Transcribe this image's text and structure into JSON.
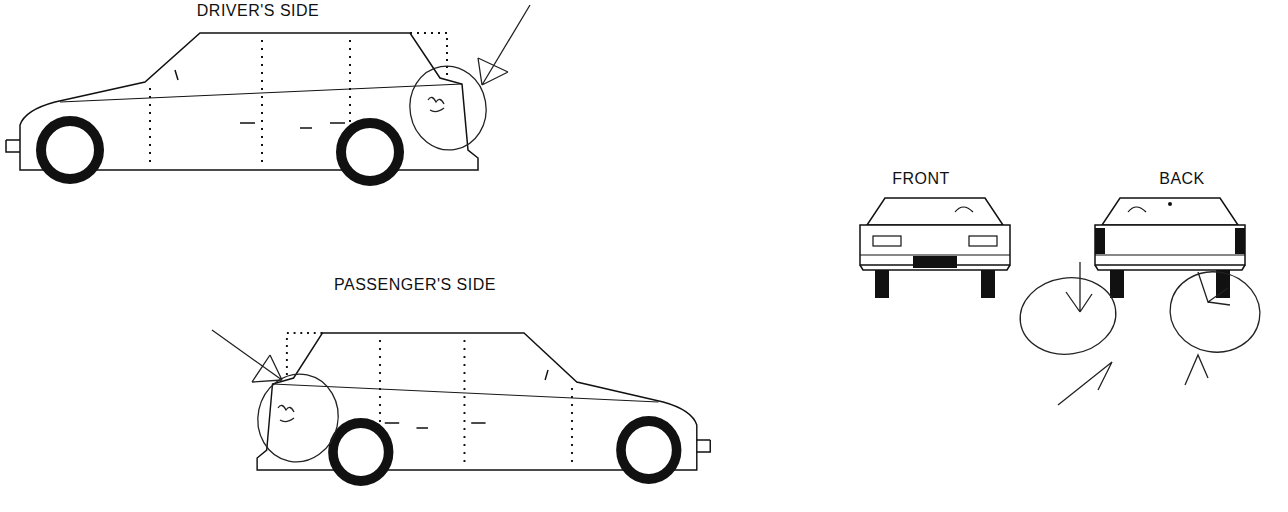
{
  "diagram": {
    "labels": [
      "DRIVER'S SIDE",
      "PASSENGER'S SIDE",
      "FRONT",
      "BACK"
    ]
  }
}
